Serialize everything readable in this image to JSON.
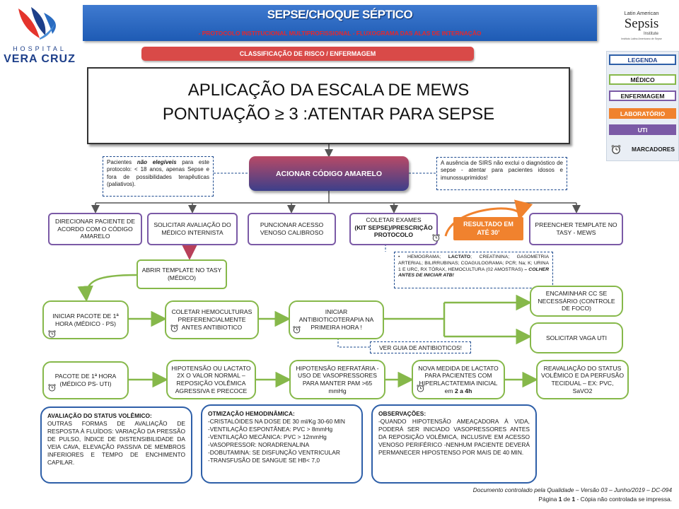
{
  "brand": {
    "hospital_line1": "HOSPITAL",
    "hospital_line2": "VERA CRUZ",
    "lasi_line1": "Latin American",
    "lasi_line2": "Sepsis",
    "lasi_line3": "Institute",
    "lasi_small": "Instituto Latino Americano de Sepse"
  },
  "header": {
    "title": "SEPSE/CHOQUE SÉPTICO",
    "subtitle": "- PROTOCOLO INSTITUCIONAL MULTIPROFISSIONAL - FLUXOGRAMA DAS ALAS DE INTERNAÇÃO",
    "classification": "CLASSIFICAÇÃO DE RISCO / ENFERMAGEM"
  },
  "mews": {
    "line1": "APLICAÇÃO DA ESCALA DE MEWS",
    "line2": "PONTUAÇÃO ≥ 3 :ATENTAR PARA SEPSE"
  },
  "legend": {
    "title": "LEGENDA",
    "medico": "MÉDICO",
    "enfermagem": "ENFERMAGEM",
    "laboratorio": "LABORATÓRIO",
    "uti": "UTI",
    "marcadores": "MARCADORES",
    "colors": {
      "blue": "#2e5fa8",
      "green": "#86b84a",
      "purple": "#7b5aa6",
      "orange": "#f0822e",
      "uti": "#7b5aa6"
    }
  },
  "notes": {
    "left_pre": "Pacientes ",
    "left_em": "não elegíveis",
    "left_post": " para este protocolo: < 18 anos, apenas Sepse e fora de possibilidades terapêuticas (paliativos).",
    "right": "A ausência de SIRS não exclui o diagnóstico de sepse - atentar para pacientes idosos e imunossuprimidos!"
  },
  "codigo": "ACIONAR CÓDIGO AMARELO",
  "row1": {
    "b1": "DIRECIONAR PACIENTE DE ACORDO COM O CÓDIGO AMARELO",
    "b2": "SOLICITAR AVALIAÇÃO DO MÉDICO INTERNISTA",
    "b3": "PUNCIONAR ACESSO VENOSO CALIBROSO",
    "b4_l1": "COLETAR EXAMES",
    "b4_l2": "(KIT SEPSE)/PRESCRIÇÃO",
    "b4_l3": "PROTOCOLO",
    "resultado": "RESULTADO EM ATÉ 30’",
    "b5": "PREENCHER TEMPLATE NO TASY - MEWS"
  },
  "exams": {
    "part1": "• HEMOGRAMA; ",
    "lactato": "LACTATO",
    "part2": "; CREATININA; GASOMETRIA ARTERIAL; BILIRRUBINAS; COAGULOGRAMA; PCR; Na; K; URINA 1 E URC, RX TÓRAX, HEMOCULTURA (02 AMOSTRAS) ",
    "emph": "– COLHER ANTES DE INICIAR ATB!"
  },
  "row2": {
    "template": "ABRIR TEMPLATE NO TASY (MÉDICO)",
    "pacote1": "INICIAR PACOTE DE 1ª HORA (MÉDICO - PS)",
    "hemoculturas": "COLETAR HEMOCULTURAS PREFERENCIALMENTE ANTES ANTIBIOTICO",
    "atb": "INICIAR ANTIBIOTICOTERAPIA NA PRIMEIRA HORA !",
    "guia": "VER GUIA DE ANTIBIOTICOS!",
    "cc": "ENCAMINHAR CC SE NECESSÁRIO (CONTROLE DE FOCO)",
    "vaga": "SOLICITAR VAGA UTI"
  },
  "row3": {
    "pacote2": "PACOTE DE 1ª HORA (MÉDICO PS- UTI)",
    "hipotensao": "HIPOTENSÃO OU LACTATO 2X O VALOR NORMAL – REPOSIÇÃO VOLÊMICA AGRESSIVA E PRECOCE",
    "refrataria": "HIPOTENSÃO REFRATÁRIA - USO DE VASOPRESSORES PARA MANTER PAM >65 mmHg",
    "nova_l1": "NOVA MEDIDA DE LACTATO PARA PACIENTES COM HIPERLACTATEMIA INICIAL em ",
    "nova_emph": "2 a 4h",
    "reavaliacao": "REAVALIAÇÃO DO STATUS VOLÊMICO E DA PERFUSÃO TECIDUAL – EX: PVC, SaVO2"
  },
  "info": {
    "avaliacao_title": "AVALIAÇÃO DO STATUS VOLÊMICO:",
    "avaliacao_body": "OUTRAS FORMAS DE AVALIAÇÃO DE RESPOSTA À FLUÍDOS: VARIAÇÃO DA PRESSÃO DE PULSO, ÍNDICE DE DISTENSIBILIDADE DA VEIA CAVA, ELEVAÇÃO PASSIVA DE MEMBROS INFERIORES E TEMPO DE ENCHIMENTO CAPILAR.",
    "otim_title": "OTMIZAÇÃO HEMODINÂMICA:",
    "otim_lines": [
      "-CRISTALÓIDES NA DOSE DE 30 ml/Kg 30-60 MIN",
      "-VENTILAÇÃO ESPONTÂNEA: PVC > 8mmHg",
      "-VENTILAÇÃO MECÂNICA: PVC > 12mmHg",
      "-VASOPRESSOR: NORADRENALINA",
      "-DOBUTAMINA: SE DISFUNÇÃO VENTRICULAR",
      "-TRANSFUSÃO DE SANGUE SE HB< 7,0"
    ],
    "obs_title": "OBSERVAÇÕES:",
    "obs_body": "-QUANDO HIPOTENSÃO AMEAÇADORA À VIDA, PODERÁ SER INICIADO VASOPRESSORES ANTES DA REPOSIÇÃO VOLÊMICA, INCLUSIVE EM ACESSO VENOSO PERIFÉRICO -NENHUM PACIENTE DEVERÁ PERMANECER HIPOSTENSO POR MAIS DE 40 MIN."
  },
  "footer": {
    "line1": "Documento controlado pela Qualidade – Versão 03 – Junho/2019 – DC-094",
    "line2_pre": "Página ",
    "page": "1",
    "line2_mid": " de ",
    "total": "1",
    "line2_post": "  - Cópia não controlada se impressa."
  }
}
